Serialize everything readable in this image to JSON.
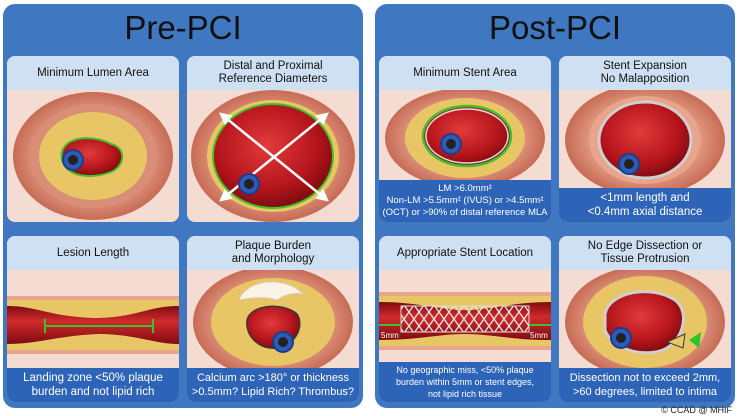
{
  "pre": {
    "title": "Pre-PCI",
    "cards": [
      {
        "title": [
          "Minimum Lumen Area"
        ],
        "caption": []
      },
      {
        "title": [
          "Distal and Proximal",
          "Reference Diameters"
        ],
        "caption": []
      },
      {
        "title": [
          "Lesion Length"
        ],
        "caption": [
          "Landing zone <50% plaque",
          "burden and not lipid rich"
        ]
      },
      {
        "title": [
          "Plaque Burden",
          "and Morphology"
        ],
        "caption": [
          "Calcium arc >180° or thickness",
          ">0.5mm? Lipid Rich? Thrombus?"
        ]
      }
    ]
  },
  "post": {
    "title": "Post-PCI",
    "cards": [
      {
        "title": [
          "Minimum Stent Area"
        ],
        "caption": [
          "LM >6.0mm²",
          "Non-LM >5.5mm² (IVUS) or >4.5mm²",
          "(OCT) or >90% of distal reference MLA"
        ]
      },
      {
        "title": [
          "Stent Expansion",
          "No Malapposition"
        ],
        "caption": [
          "<1mm length and",
          "<0.4mm axial distance"
        ]
      },
      {
        "title": [
          "Appropriate Stent Location"
        ],
        "caption": [
          "No geographic miss, <50% plaque",
          "burden within 5mm or stent edges,",
          "not lipid rich tissue"
        ],
        "marker_labels": [
          "5mm",
          "5mm"
        ]
      },
      {
        "title": [
          "No Edge Dissection or",
          "Tissue Protrusion"
        ],
        "caption": [
          "Dissection not to exceed 2mm,",
          ">60 degrees, limited to intima"
        ]
      }
    ]
  },
  "credit": "© CCAD @ MHIF",
  "colors": {
    "panel": "#3f78c0",
    "card_header": "#cfe0f2",
    "caption": "#2e64b8",
    "tissue": "#f4dcd2",
    "lumen": "#b3141b",
    "plaque": "#e8c665"
  }
}
